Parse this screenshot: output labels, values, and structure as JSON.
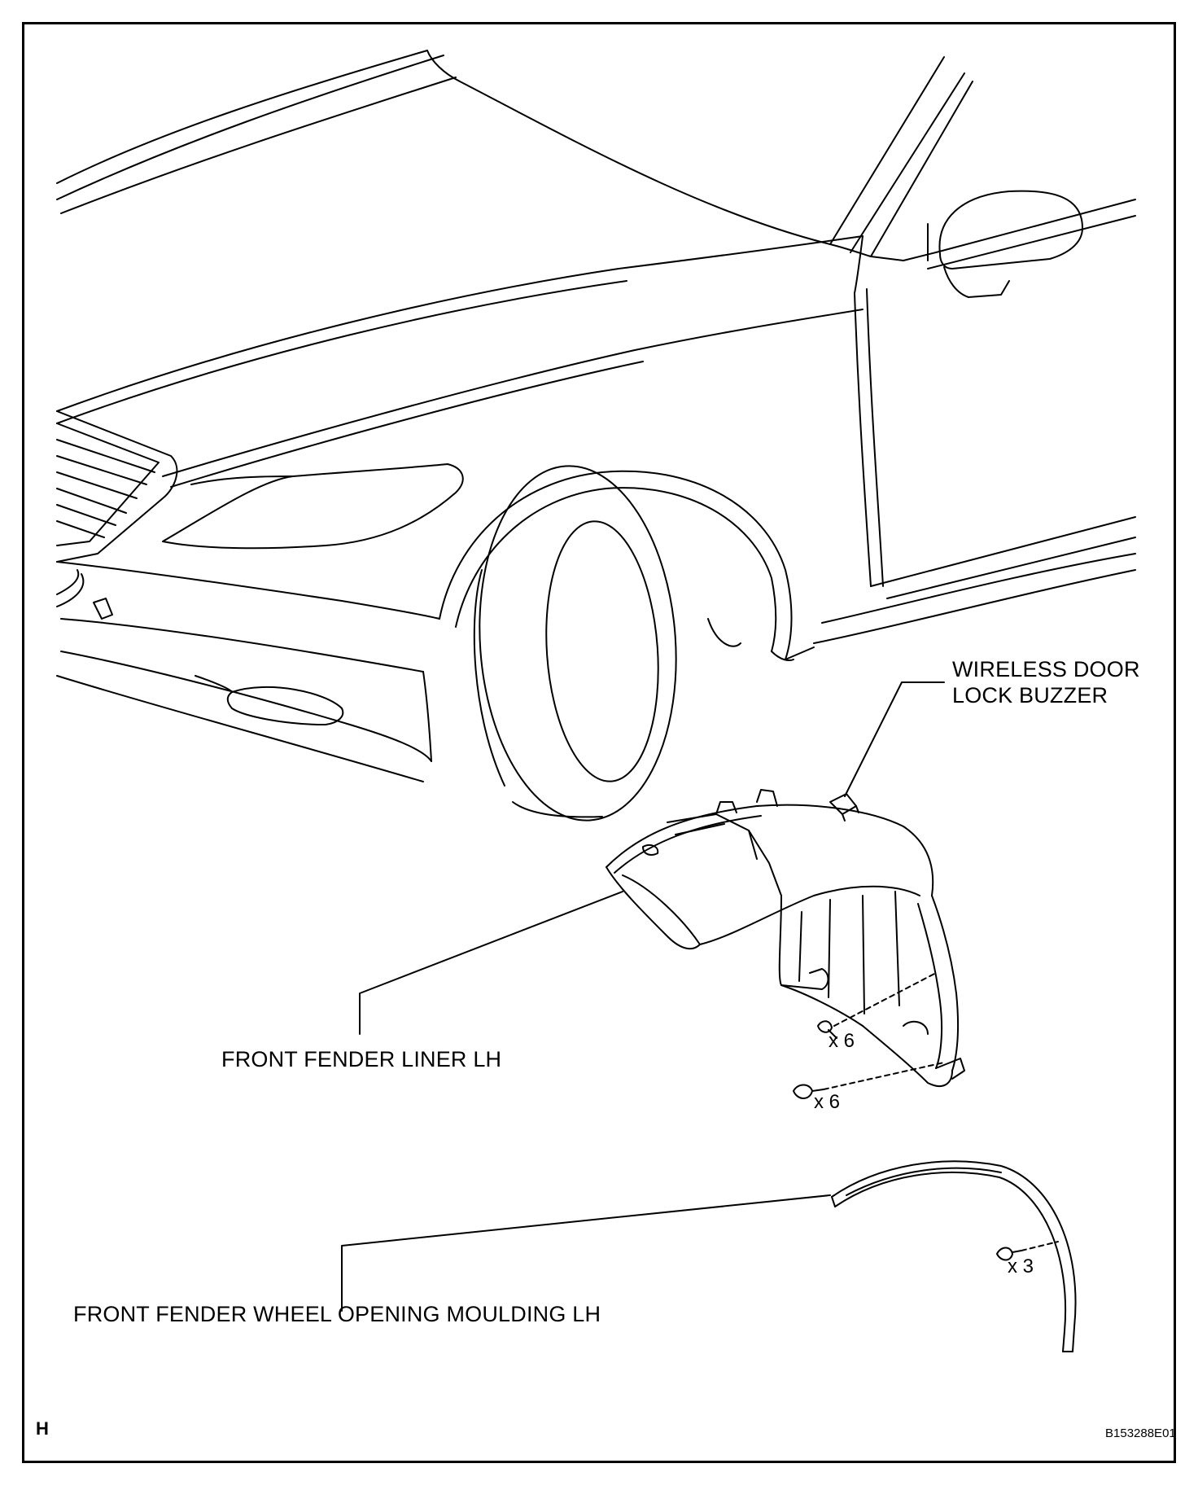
{
  "labels": {
    "buzzer_line1": "WIRELESS DOOR",
    "buzzer_line2": "LOCK BUZZER",
    "liner": "FRONT FENDER LINER LH",
    "moulding": "FRONT FENDER WHEEL OPENING MOULDING LH"
  },
  "quantities": {
    "clip_liner": "x 6",
    "screw_liner": "x 6",
    "screw_moulding": "x 3"
  },
  "corner_letter": "H",
  "figure_code": "B153288E01"
}
